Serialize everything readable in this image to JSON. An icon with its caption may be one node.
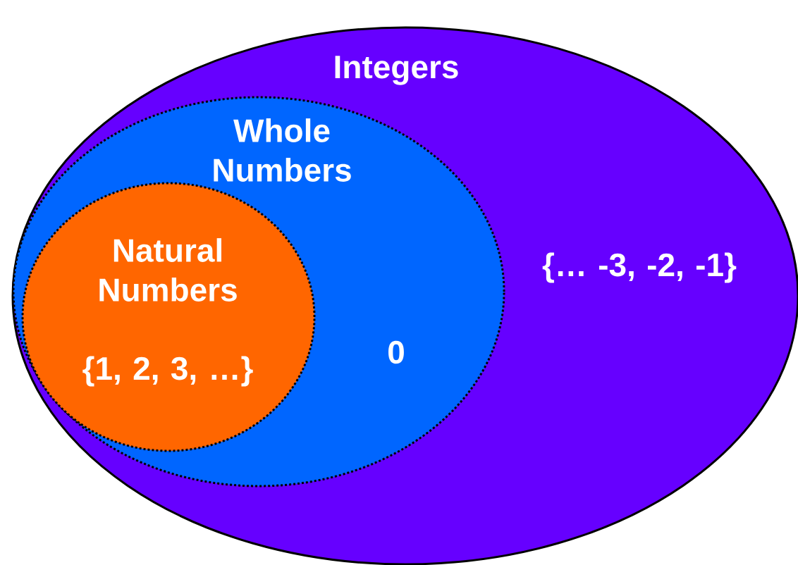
{
  "diagram": {
    "nodes": [
      {
        "text": [
          "Integers",
          "{… -3, -2, -1}"
        ]
      },
      {
        "text": [
          "Whole Numbers",
          "0"
        ],
        "in": 0
      },
      {
        "text": [
          "Natural Numbers",
          "{1, 2, 3, …}"
        ],
        "in": 1
      }
    ]
  }
}
